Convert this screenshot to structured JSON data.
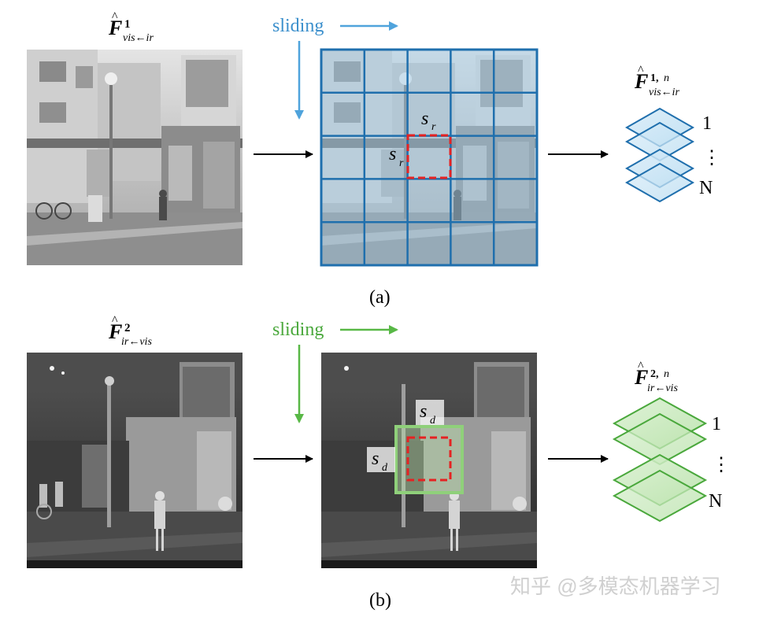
{
  "panel_a": {
    "input_label": {
      "base": "F",
      "sup": "1",
      "sub": "vis←ir"
    },
    "sliding_label": "sliding",
    "patch_label_top": {
      "base": "s",
      "sub": "r"
    },
    "patch_label_left": {
      "base": "s",
      "sub": "r"
    },
    "output_label": {
      "base": "F",
      "sup": "1,",
      "sup_italic": "n",
      "sub": "vis←ir"
    },
    "stack_first": "1",
    "stack_dots": "⋮",
    "stack_last": "N",
    "caption": "(a)",
    "accent": "#1f6fad",
    "arrow_color": "#4fa3dc",
    "grid_rows": 5,
    "grid_cols": 5
  },
  "panel_b": {
    "input_label": {
      "base": "F",
      "sup": "2",
      "sub": "ir←vis"
    },
    "sliding_label": "sliding",
    "patch_label_top": {
      "base": "s",
      "sub": "d"
    },
    "patch_label_left": {
      "base": "s",
      "sub": "d"
    },
    "output_label": {
      "base": "F",
      "sup": "2,",
      "sup_italic": "n",
      "sub": "ir←vis"
    },
    "stack_first": "1",
    "stack_dots": "⋮",
    "stack_last": "N",
    "caption": "(b)",
    "accent": "#3aa335",
    "arrow_color": "#58b846"
  },
  "patch_color": "#e52222",
  "watermark": "知乎 @多模态机器学习"
}
